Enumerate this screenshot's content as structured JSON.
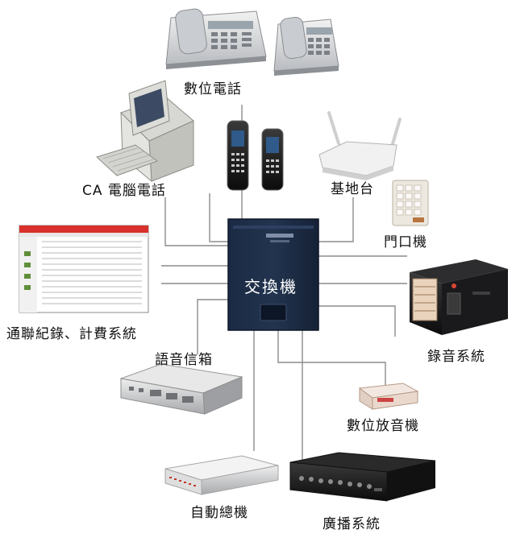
{
  "diagram": {
    "hub": "交換機",
    "nodes": {
      "digital_phone": "數位電話",
      "ca_phone": "CA 電腦電話",
      "base_station": "基地台",
      "door_phone": "門口機",
      "call_log": "通聯紀錄、計費系統",
      "recorder": "錄音系統",
      "voicemail": "語音信箱",
      "digital_player": "數位放音機",
      "auto_attendant": "自動總機",
      "broadcast": "廣播系統"
    }
  }
}
